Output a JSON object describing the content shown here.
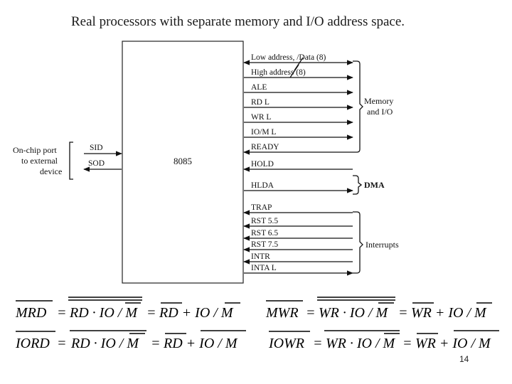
{
  "title": "Real processors with separate memory and I/O address space.",
  "chip_label": "8085",
  "signals": [
    {
      "label": "Low address, /Data (8)",
      "dir": "both"
    },
    {
      "label": "High address (8)",
      "dir": "out"
    },
    {
      "label": "ALE",
      "dir": "out"
    },
    {
      "label": "RD L",
      "dir": "out"
    },
    {
      "label": "WR L",
      "dir": "out"
    },
    {
      "label": "IO/M L",
      "dir": "out"
    },
    {
      "label": "READY",
      "dir": "in"
    },
    {
      "label": "HOLD",
      "dir": "in"
    },
    {
      "label": "HLDA",
      "dir": "out"
    },
    {
      "label": "TRAP",
      "dir": "in"
    },
    {
      "label": "RST 5.5",
      "dir": "in"
    },
    {
      "label": "RST 6.5",
      "dir": "in"
    },
    {
      "label": "RST 7.5",
      "dir": "in"
    },
    {
      "label": "INTR",
      "dir": "in"
    },
    {
      "label": "INTA L",
      "dir": "out"
    }
  ],
  "left_signals": [
    {
      "label": "SID",
      "dir": "in"
    },
    {
      "label": "SOD",
      "dir": "out"
    }
  ],
  "groups": {
    "memory": "Memory and I/O",
    "dma": "DMA",
    "interrupts": "Interrupts",
    "port_line1": "On-chip port",
    "port_line2": "to external",
    "port_line3": "device"
  },
  "equations": {
    "mrd": {
      "lhs": "MRD",
      "rhs1": "RD · IO / M",
      "rhs2": "RD + IO / M"
    },
    "mwr": {
      "lhs": "MWR",
      "rhs1": "WR · IO / M",
      "rhs2": "WR + IO / M"
    },
    "iord": {
      "lhs": "IORD",
      "rhs1": "RD · IO / M",
      "rhs2": "RD + IO / M"
    },
    "iowr": {
      "lhs": "IOWR",
      "rhs1": "WR · IO / M",
      "rhs2": "WR + IO / M"
    }
  },
  "page_number": "14"
}
